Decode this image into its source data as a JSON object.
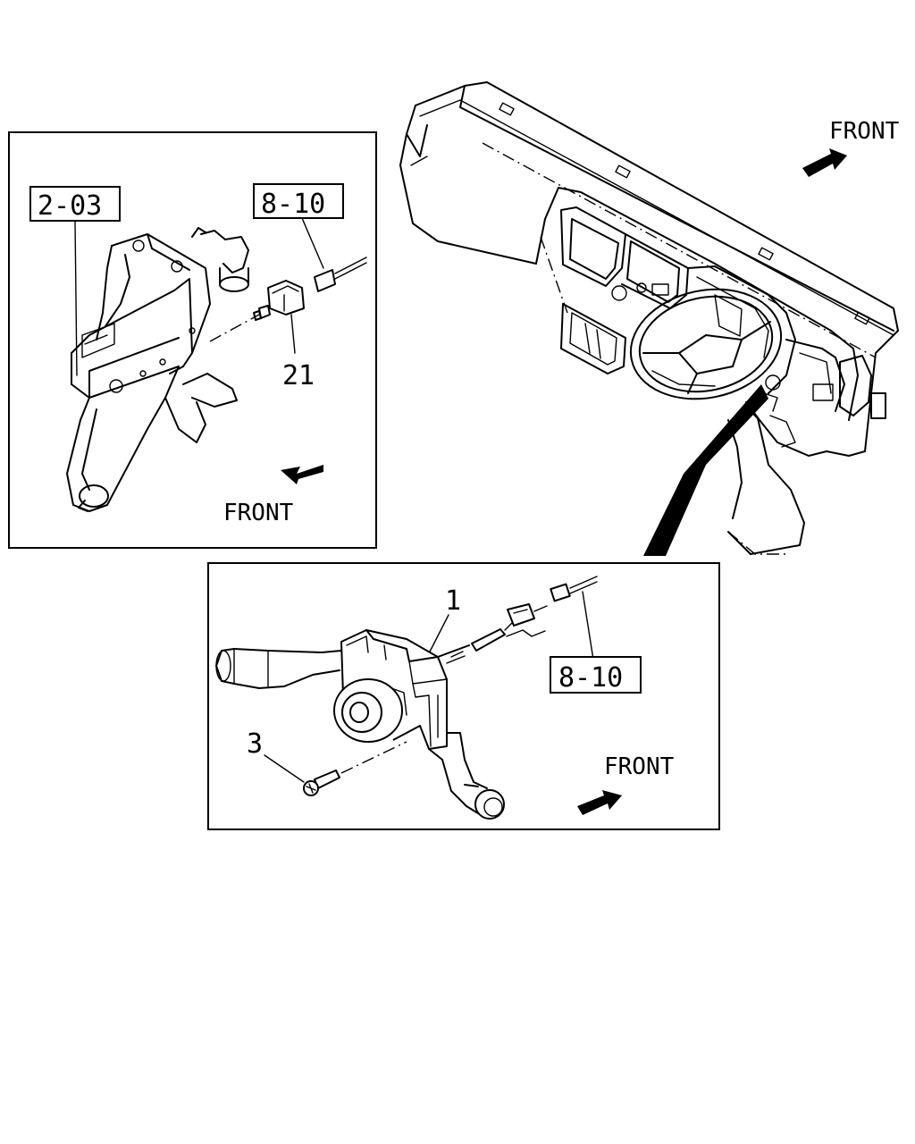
{
  "labels": {
    "front_top_right": "FRONT",
    "front_top_left_panel": "FRONT",
    "front_bottom_panel": "FRONT",
    "ref_brake_pedal": "2-03",
    "ref_harness_top": "8-10",
    "ref_harness_bottom": "8-10",
    "part_stop_light_switch": "21",
    "part_combination_switch": "1",
    "part_screw": "3"
  },
  "colors": {
    "line": "#000000",
    "background": "#ffffff"
  }
}
